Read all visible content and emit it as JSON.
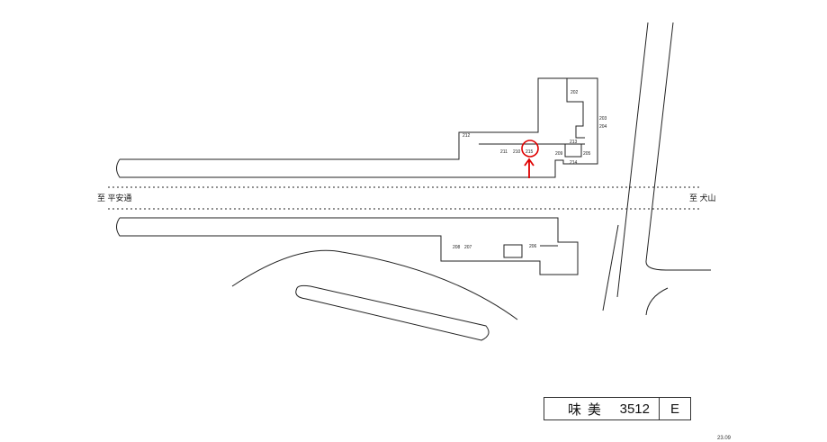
{
  "directions": {
    "west": "至 平安通",
    "east": "至 犬山"
  },
  "station": {
    "name_1": "味",
    "name_2": "美",
    "code": "3512",
    "suffix": "E"
  },
  "date": "23.09",
  "exits_upper": [
    "202",
    "203",
    "204",
    "205",
    "209",
    "211",
    "210",
    "212",
    "213",
    "214",
    "215"
  ],
  "exits_lower": [
    "208",
    "207",
    "206"
  ],
  "highlight_color": "#e00000",
  "highlight_label": "215"
}
